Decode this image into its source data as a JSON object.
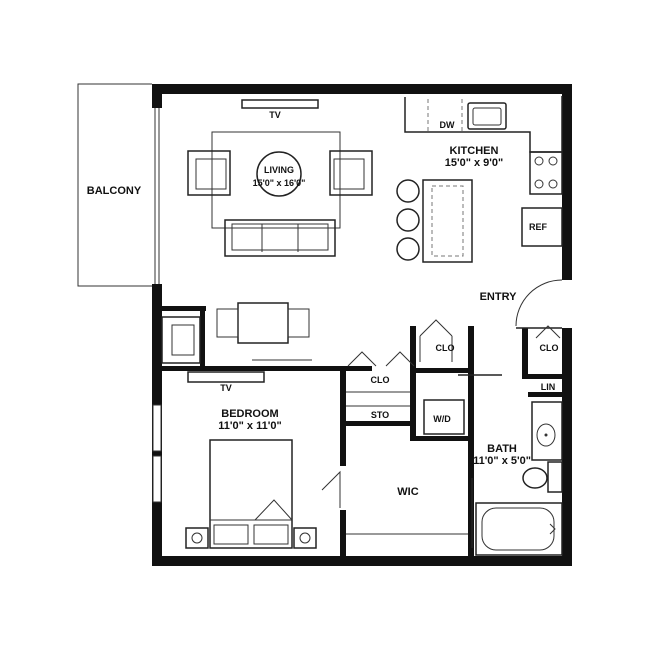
{
  "rooms": {
    "balcony": "BALCONY",
    "living": "LIVING",
    "living_dims": "15'0\" x 16'0\"",
    "kitchen": "KITCHEN",
    "kitchen_dims": "15'0\" x 9'0\"",
    "entry": "ENTRY",
    "bedroom": "BEDROOM",
    "bedroom_dims": "11'0\" x 11'0\"",
    "bath": "BATH",
    "bath_dims": "11'0\" x 5'0\"",
    "wic": "WIC"
  },
  "fixtures": {
    "tv_living": "TV",
    "tv_bedroom": "TV",
    "dishwasher": "DW",
    "refrigerator": "REF",
    "closet_entry": "CLO",
    "closet_right": "CLO",
    "closet_hall": "CLO",
    "storage": "STO",
    "washer_dryer": "W/D",
    "linen": "LIN"
  }
}
